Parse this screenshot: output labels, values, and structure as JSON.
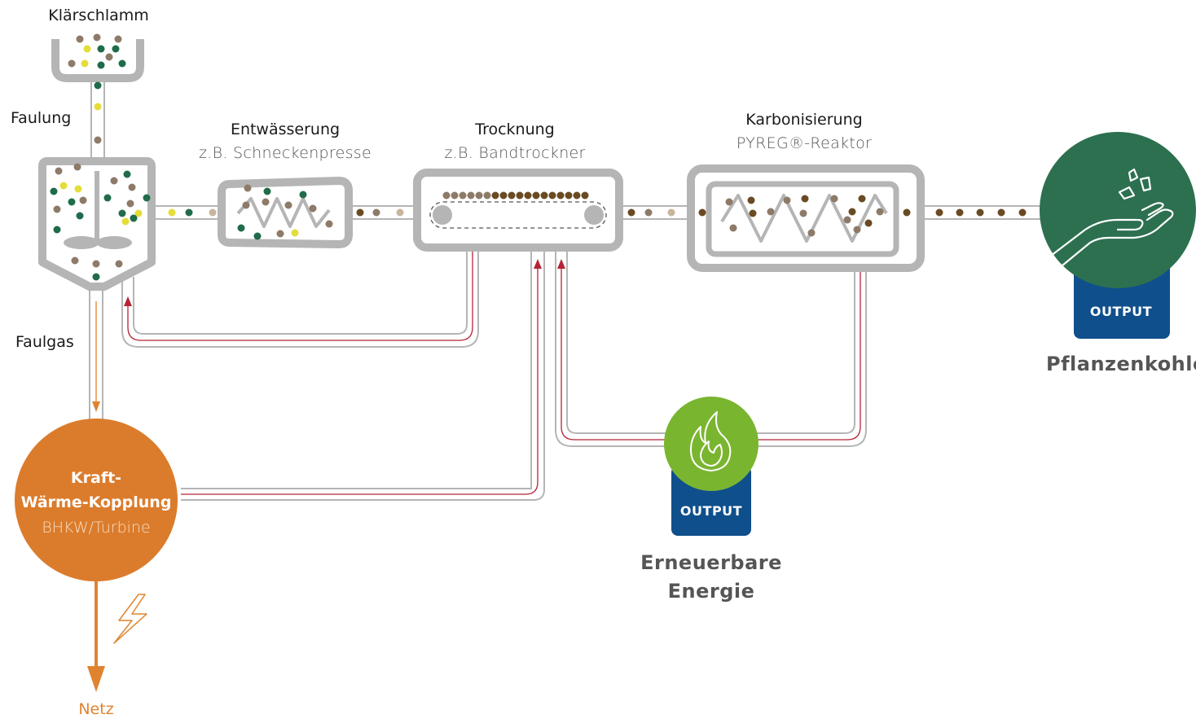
{
  "labels": {
    "klaerschlamm": "Klärschlamm",
    "faulung": "Faulung",
    "faulgas": "Faulgas",
    "entwaesserung": "Entwässerung",
    "entwaesserung_sub": "z.B. Schneckenpresse",
    "trocknung": "Trocknung",
    "trocknung_sub": "z.B. Bandtrockner",
    "karbonisierung": "Karbonisierung",
    "karbonisierung_sub": "PYREG®-Reaktor",
    "kwk_line1": "Kraft-",
    "kwk_line2": "Wärme-Kopplung",
    "kwk_sub": "BHKW/Turbine",
    "netz": "Netz"
  },
  "outputs": {
    "pflanzenkohle": {
      "badge": "OUTPUT",
      "label": "Pflanzenkohle"
    },
    "energie": {
      "badge": "OUTPUT",
      "label_line1": "Erneuerbare",
      "label_line2": "Energie"
    }
  },
  "colors": {
    "pipe_gray": "#b5b5b5",
    "heat_red": "#b52436",
    "gas_orange": "#e0832f",
    "kwk_orange": "#db7c2c",
    "biochar_green": "#2c7050",
    "energy_green": "#7ab530",
    "output_blue": "#0f4f8c",
    "particle_green": "#1f6b4a",
    "particle_yellow": "#e4dd3a",
    "particle_brown": "#8d7a68",
    "particle_dark_brown": "#6a4a22"
  },
  "icons": {
    "hand": "hand-with-biochar-icon",
    "flame": "flame-icon",
    "lightning": "lightning-icon",
    "stirrer": "stirrer-icon",
    "screw": "screw-conveyor-icon"
  }
}
